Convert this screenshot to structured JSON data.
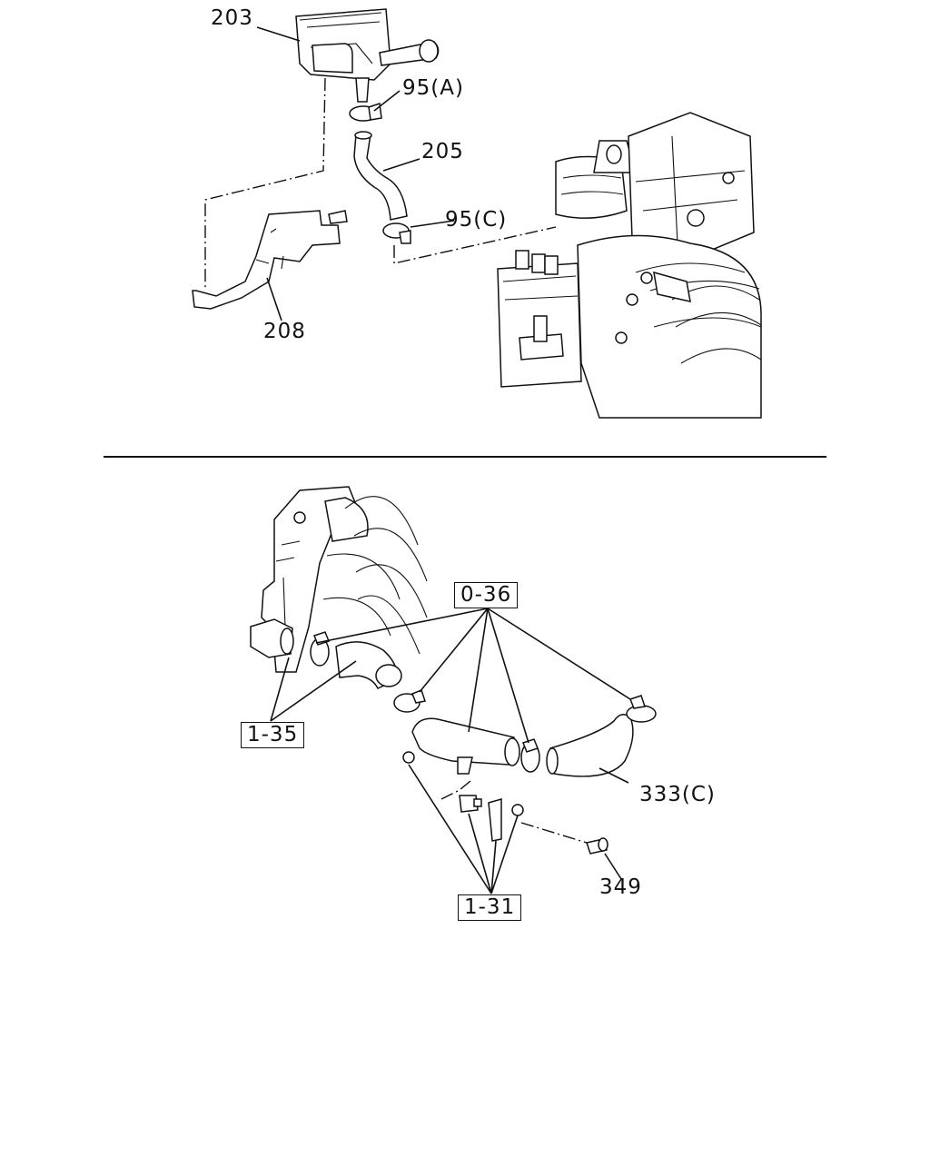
{
  "diagram": {
    "top_labels": {
      "p203": "203",
      "p95a": "95(A)",
      "p205": "205",
      "p95c": "95(C)",
      "p208": "208"
    },
    "bottom_labels": {
      "p036": "0-36",
      "p135": "1-35",
      "p333c": "333(C)",
      "p349": "349",
      "p131": "1-31"
    }
  }
}
